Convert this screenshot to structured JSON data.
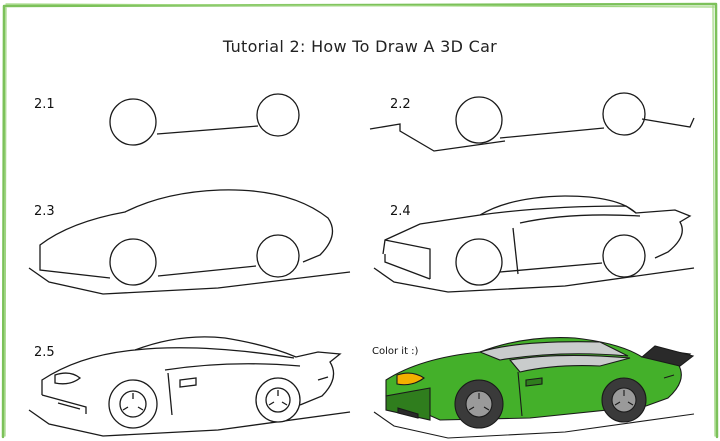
{
  "title": "Tutorial 2: How To Draw A 3D Car",
  "steps": [
    {
      "label": "2.1"
    },
    {
      "label": "2.2"
    },
    {
      "label": "2.3"
    },
    {
      "label": "2.4"
    },
    {
      "label": "2.5"
    },
    {
      "label": "Color it :)"
    }
  ],
  "colors": {
    "border": "#7cc15a",
    "body": "#44b02a",
    "body_dark": "#2f7d1d",
    "window": "#c9cccc",
    "headlight": "#f4b000",
    "tire": "#3a3a3a",
    "rim": "#9a9a9a",
    "vent": "#2a2a2a",
    "line": "#1a1a1a"
  }
}
